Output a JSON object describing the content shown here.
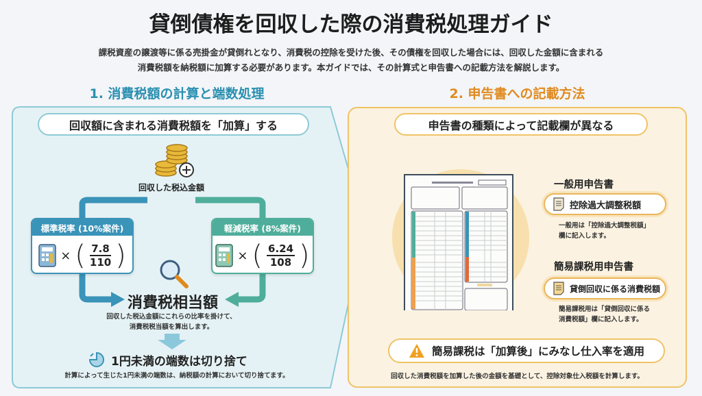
{
  "title": "貸倒債権を回収した際の消費税処理ガイド",
  "intro": [
    "課税資産の譲渡等に係る売掛金が貸倒れとなり、消費税の控除を受けた後、その債権を回収した場合には、回収した金額に含まれる",
    "消費税額を納税額に加算する必要があります。本ガイドでは、その計算式と申告書への記載方法を解説します。"
  ],
  "left": {
    "heading": "1. 消費税額の計算と端数処理",
    "banner": "回収額に含まれる消費税額を「加算」する",
    "collected_label": "回収した税込金額",
    "standard": {
      "label": "標準税率 (10%案件)",
      "numerator": "7.8",
      "denominator": "110",
      "times": "×"
    },
    "reduced": {
      "label": "軽減税率 (8%案件)",
      "numerator": "6.24",
      "denominator": "108",
      "times": "×"
    },
    "result_title": "消費税相当額",
    "result_desc": [
      "回収した税込金額にこれらの比率を掛けて、",
      "消費税税当額を算出します。"
    ],
    "rounding_title": "1円未満の端数は切り捨て",
    "rounding_desc": "計算によって生じた1円未満の端数は、納税額の計算において切り捨てます。"
  },
  "right": {
    "heading": "2. 申告書への記載方法",
    "banner": "申告書の種類によって記載欄が異なる",
    "general": {
      "title": "一般用申告書",
      "field": "控除過大調整税額",
      "note": [
        "一般用は「控除過大調整税額」",
        "欄に記入します。"
      ]
    },
    "simple": {
      "title": "簡易課税用申告書",
      "field": "貸倒回収に係る消費税額",
      "note": [
        "簡易課税用は「貸倒回収に係る",
        "消費税額」欄に記入します。"
      ]
    },
    "warning": "簡易課税は「加算後」にみなし仕入率を適用",
    "footer": "回収した消費税額を加算した後の金額を基礎として、控除対象仕入税額を計算します。"
  },
  "colors": {
    "blue": "#3a93b8",
    "teal": "#4fae9b",
    "orange": "#e08a1e"
  }
}
